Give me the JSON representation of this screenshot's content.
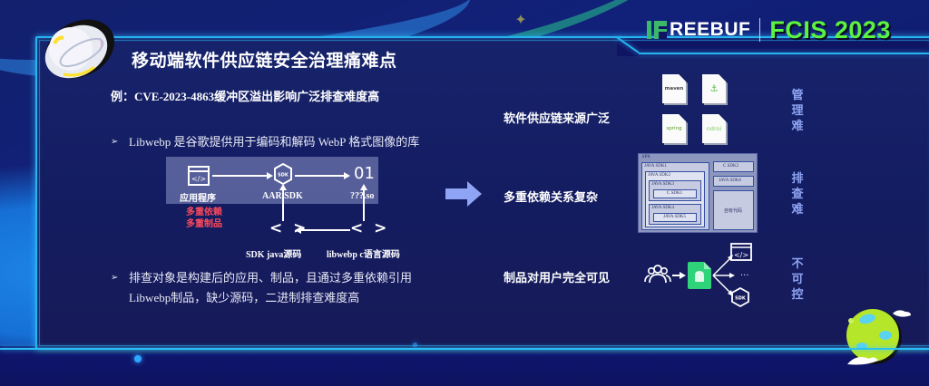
{
  "slide": {
    "title": "移动端软件供应链安全治理痛难点",
    "subtitle": "例：CVE-2023-4863缓冲区溢出影响广泛排查难度高"
  },
  "header": {
    "logo_brand": "REEBUF",
    "event_name": "FCIS 2023"
  },
  "left": {
    "bullets": [
      {
        "marker": "➢",
        "text": "Libwebp 是谷歌提供用于编码和解码 WebP 格式图像的库"
      },
      {
        "marker": "➢",
        "text": "排查对象是构建后的应用、制品，且通过多重依赖引用",
        "continuation": "Libwebp制品，缺少源码，二进制排查难度高"
      }
    ],
    "diagram": {
      "nodes": {
        "app": {
          "icon": "code-window-icon",
          "label": "应用程序"
        },
        "sdk": {
          "icon": "sdk-hexagon-icon",
          "icon_text": "SDK",
          "label": "AAR SDK"
        },
        "so": {
          "icon": "binary-icon",
          "icon_text": "01",
          "label": "???.so"
        },
        "java_src": {
          "icon": "code-brackets-icon",
          "icon_text": "< >",
          "label": "SDK java源码"
        },
        "c_src": {
          "icon": "code-brackets-icon",
          "icon_text": "< >",
          "label": "libwebp c语言源码"
        }
      },
      "notes": [
        "多重依赖",
        "多重制品"
      ],
      "note_color": "#ff4a5a"
    }
  },
  "right": {
    "rows": [
      {
        "label": "软件供应链来源广泛",
        "tag": [
          "管",
          "理",
          "难"
        ]
      },
      {
        "label": "多重依赖关系复杂",
        "tag": [
          "排",
          "查",
          "难"
        ]
      },
      {
        "label": "制品对用户完全可见",
        "tag": [
          "不",
          "可",
          "控"
        ]
      }
    ],
    "repo_tiles": [
      {
        "name": "maven",
        "text": "maven",
        "color": "#444"
      },
      {
        "name": "nexus",
        "text": "⚓",
        "color": "#5cb84a"
      },
      {
        "name": "spring",
        "text": "spring",
        "color": "#5a9a2a"
      },
      {
        "name": "android",
        "text": "ndroi",
        "color": "#7fcf5a"
      }
    ],
    "apk_diagram": {
      "root": "APK",
      "boxes": [
        "JAVA SDK1",
        "JAVA SDK2",
        "JAVA SDK3",
        "C SDK1",
        "JAVA SDK4",
        "JAVA SDK5",
        "C SDK2",
        "JAVA SDK6",
        "自有代码"
      ]
    },
    "flow": {
      "source_icon": "users-icon",
      "artifact_icon": "android-file-icon",
      "targets": [
        "code-window-icon",
        "...",
        "sdk-hexagon-icon"
      ],
      "ellipsis": "...",
      "sdk_text": "SDK"
    }
  },
  "colors": {
    "accent_cyan": "#26b4f0",
    "event_green": "#5cf244",
    "brand_green": "#3cb86a",
    "tag_blue": "#8ea4f2",
    "arrow_blue": "#8fa4f5"
  }
}
